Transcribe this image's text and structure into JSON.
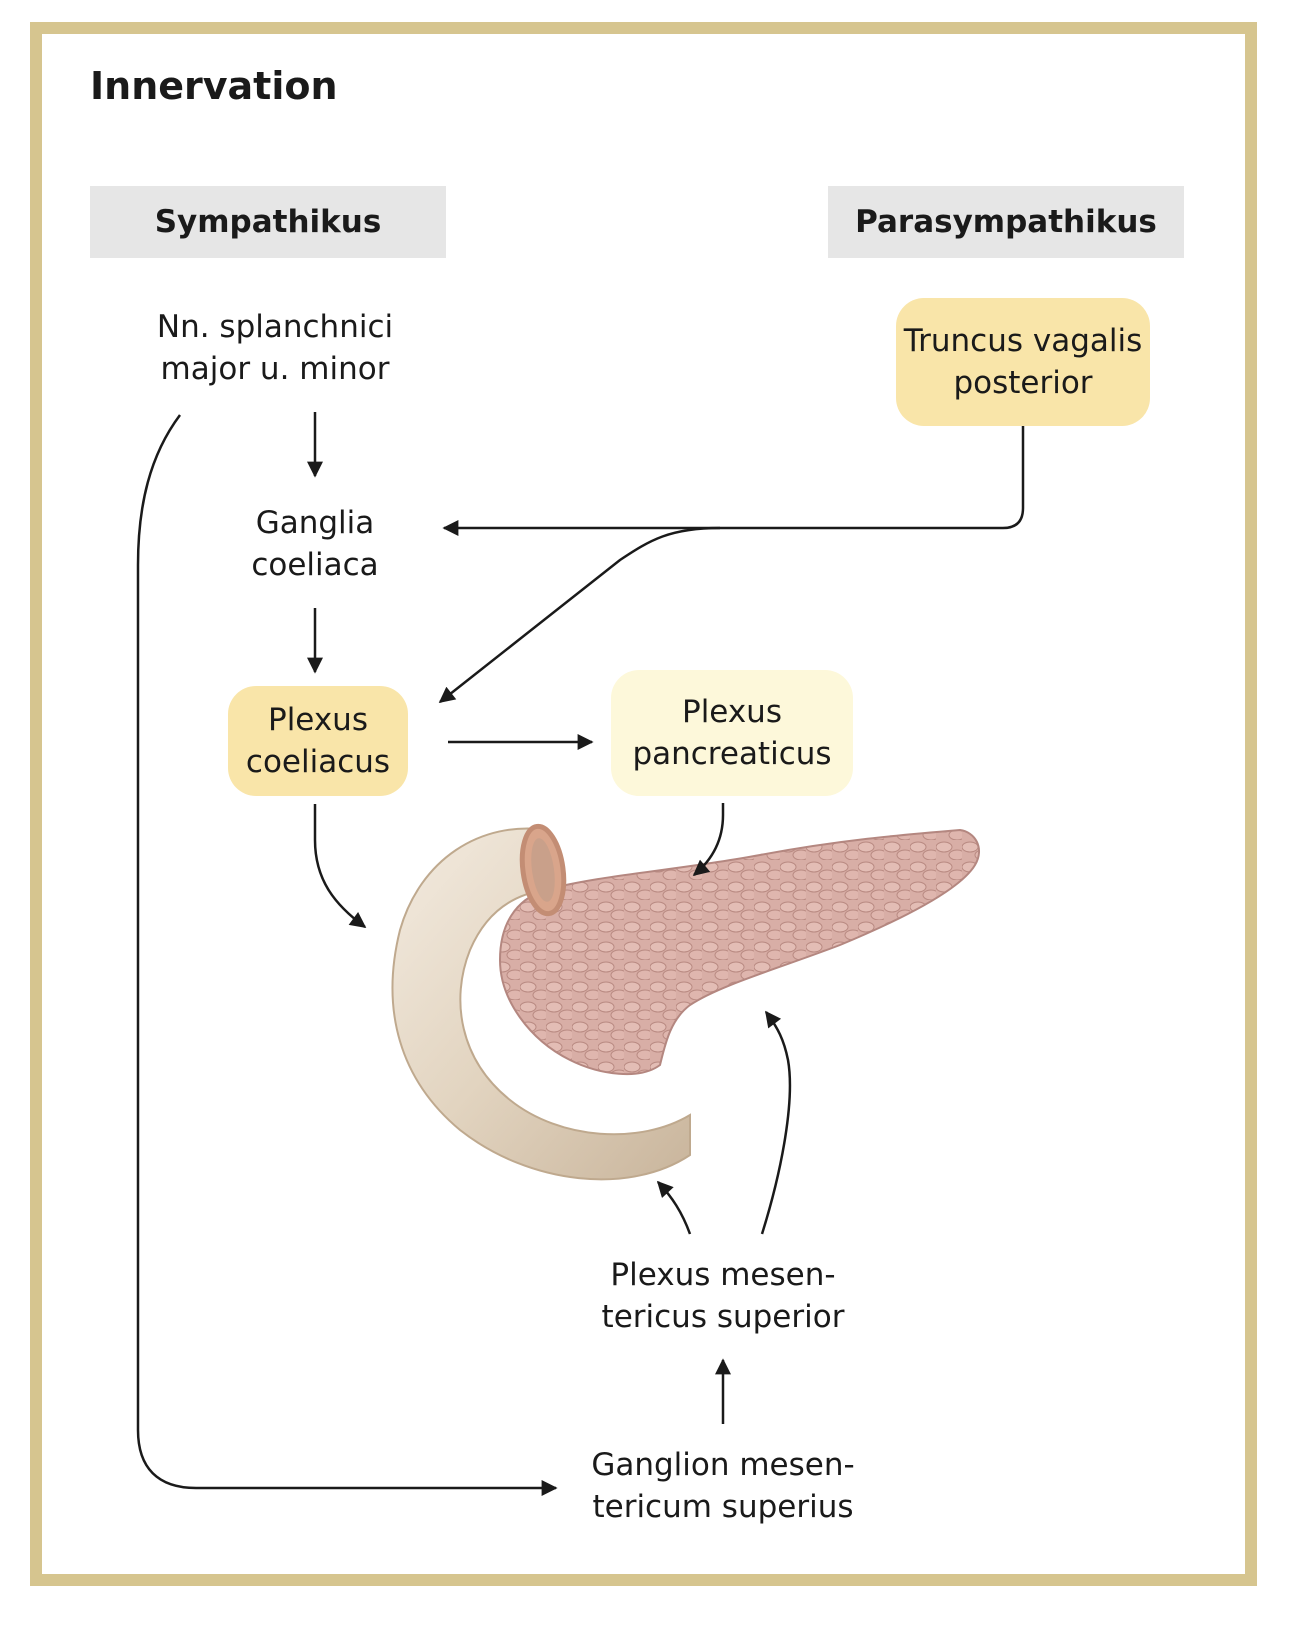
{
  "title": "Innervation",
  "headers": {
    "sympathetic": "Sympathikus",
    "parasympathetic": "Parasympathikus"
  },
  "nodes": {
    "nn_splanchnici": [
      "Nn. splanchnici",
      "major u. minor"
    ],
    "truncus_vagalis": [
      "Truncus vagalis",
      "posterior"
    ],
    "ganglia_coeliaca": [
      "Ganglia",
      "coeliaca"
    ],
    "plexus_coeliacus": [
      "Plexus",
      "coeliacus"
    ],
    "plexus_pancreaticus": [
      "Plexus",
      "pancreaticus"
    ],
    "plexus_mesentericus": [
      "Plexus mesen-",
      "tericus superior"
    ],
    "ganglion_mesentericum": [
      "Ganglion mesen-",
      "tericum superius"
    ]
  },
  "colors": {
    "frame": "#d6c58f",
    "header_bg": "#e6e6e6",
    "box_strong": "#f9e5a9",
    "box_light": "#fdf8da",
    "duodenum": "#e3d6c4",
    "pancreas": "#d9b0a8"
  },
  "illustration": "pancreas-with-duodenum"
}
